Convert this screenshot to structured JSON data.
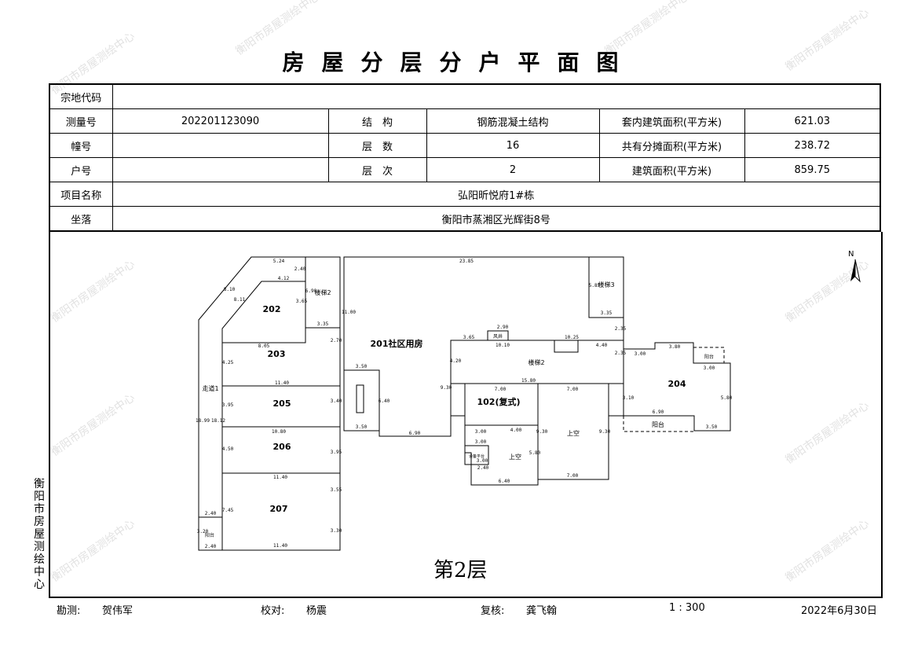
{
  "title": "房屋分层分户平面图",
  "watermark": "衡阳市房屋测绘中心",
  "side_label": "衡阳市房屋测绘中心",
  "info": {
    "parcel_code_label": "宗地代码",
    "parcel_code": "",
    "survey_no_label": "测量号",
    "survey_no": "202201123090",
    "structure_label": "结　构",
    "structure": "钢筋混凝土结构",
    "inner_area_label": "套内建筑面积(平方米)",
    "inner_area": "621.03",
    "building_no_label": "幢号",
    "building_no": "",
    "floors_label": "层　数",
    "floors": "16",
    "shared_area_label": "共有分摊面积(平方米)",
    "shared_area": "238.72",
    "unit_no_label": "户号",
    "unit_no": "",
    "floor_label": "层　次",
    "floor": "2",
    "total_area_label": "建筑面积(平方米)",
    "total_area": "859.75",
    "project_label": "项目名称",
    "project": "弘阳昕悦府1#栋",
    "location_label": "坐落",
    "location": "衡阳市蒸湘区光辉街8号"
  },
  "plan": {
    "floor_name": "第2层",
    "north": "N",
    "rooms": {
      "r201": "201社区用房",
      "r202": "202",
      "r203": "203",
      "r204": "204",
      "r205": "205",
      "r206": "206",
      "r207": "207",
      "r102": "102(复式)",
      "corridor": "走道1",
      "stair2": "楼梯2",
      "stair3": "楼梯3",
      "stair2b": "楼梯2",
      "void1": "上空",
      "void2": "上空",
      "balcony1": "阳台",
      "balcony2": "阳台",
      "balcony3": "阳台",
      "shaft": "风井",
      "equip": "设备平台"
    },
    "dims": {
      "d1": "5.24",
      "d2": "4.12",
      "d3": "8.10",
      "d4": "8.11",
      "d5": "2.40",
      "d6": "6.90",
      "d7": "3.65",
      "d8": "3.35",
      "d9": "8.05",
      "d10": "2.70",
      "d11": "4.25",
      "d12": "11.40",
      "d13": "3.95",
      "d14": "3.40",
      "d15": "10.80",
      "d16": "4.50",
      "d17": "3.95",
      "d18": "11.40",
      "d19": "3.55",
      "d20": "7.45",
      "d21": "3.30",
      "d22": "11.40",
      "d23": "18.99",
      "d24": "18.12",
      "d25": "2.40",
      "d26": "2.40",
      "d27": "23.85",
      "d28": "11.00",
      "d29": "3.50",
      "d30": "6.40",
      "d31": "3.50",
      "d32": "6.90",
      "d33": "5.85",
      "d34": "3.35",
      "d35": "2.90",
      "d36": "3.65",
      "d37": "10.10",
      "d38": "10.25",
      "d39": "4.40",
      "d40": "4.20",
      "d41": "15.80",
      "d42": "9.30",
      "d43": "7.00",
      "d44": "7.00",
      "d45": "4.00",
      "d46": "3.00",
      "d47": "3.00",
      "d48": "6.40",
      "d49": "9.30",
      "d50": "9.30",
      "d51": "7.00",
      "d52": "5.80",
      "d53": "3.00",
      "d54": "3.80",
      "d55": "3.00",
      "d56": "5.80",
      "d57": "6.90",
      "d58": "3.50",
      "d59": "2.35",
      "d60": "2.35",
      "d61": "3.10",
      "d62": "2.40",
      "d63": "3.20"
    }
  },
  "footer": {
    "surveyor_label": "勘测:",
    "surveyor": "贺伟军",
    "checker_label": "校对:",
    "checker": "杨震",
    "reviewer_label": "复核:",
    "reviewer": "龚飞翰",
    "scale": "1 : 300",
    "date": "2022年6月30日"
  }
}
